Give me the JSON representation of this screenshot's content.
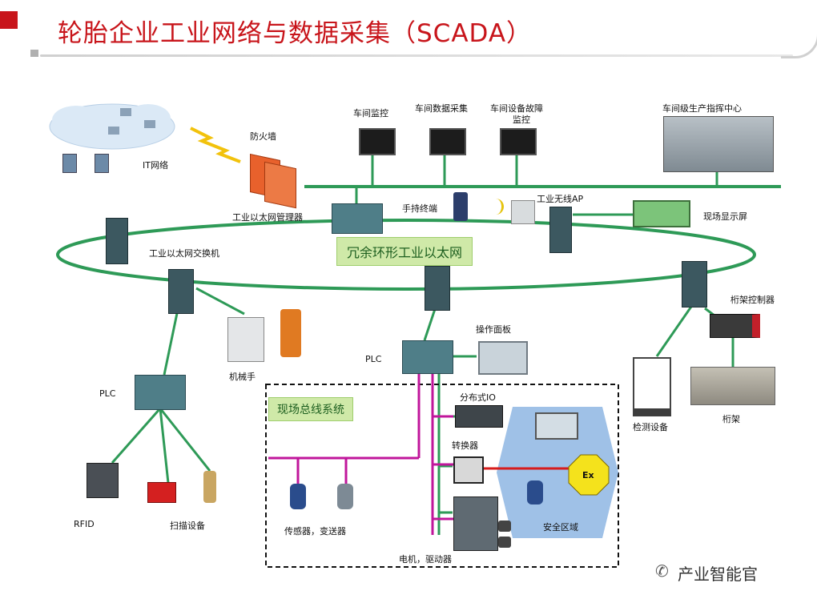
{
  "slide": {
    "title": "轮胎企业工业网络与数据采集（SCADA）",
    "accent": "#c8151b"
  },
  "diagram": {
    "ring_label": "冗余环形工业以太网",
    "fieldbus_label": "现场总线系统",
    "labels": {
      "it_network": "IT网络",
      "firewall": "防火墙",
      "monitor": "车间监控",
      "data_collect": "车间数据采集",
      "fault_monitor_1": "车间设备故障",
      "fault_monitor_2": "监控",
      "control_center": "车间级生产指挥中心",
      "eth_manager": "工业以太网管理器",
      "handheld": "手持终端",
      "wireless_ap": "工业无线AP",
      "display": "现场显示屏",
      "switch": "工业以太网交换机",
      "plc_left": "PLC",
      "robot": "机械手",
      "plc_mid": "PLC",
      "op_panel": "操作面板",
      "rack_ctrl": "桁架控制器",
      "rack": "桁架",
      "inspection": "检测设备",
      "rfid": "RFID",
      "scanner": "扫描设备",
      "distributed_io": "分布式IO",
      "converter": "转换器",
      "ex": "Ex",
      "safe_zone": "安全区域",
      "sensor": "传感器，变送器",
      "motor": "电机，驱动器"
    }
  },
  "watermark": {
    "text": "产业智能官"
  },
  "colors": {
    "network_green": "#2e9a57",
    "fieldbus_magenta": "#c0169b",
    "firewall_orange": "#e8612c",
    "safe_zone_blue": "#8eb6e3"
  }
}
